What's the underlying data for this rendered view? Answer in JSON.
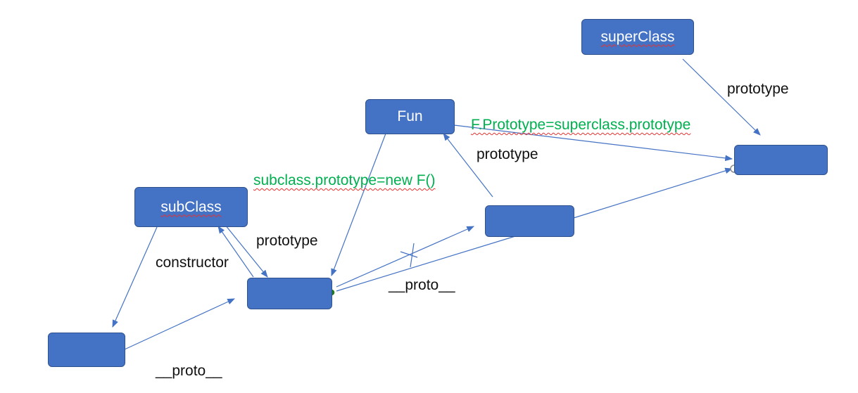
{
  "colors": {
    "box_fill": "#4472c4",
    "box_border": "#2f528f",
    "arrow": "#4472c4",
    "code_text": "#00b050",
    "spell_underline": "#e8312f"
  },
  "nodes": {
    "superclass": "superClass",
    "fun": "Fun",
    "subclass": "subClass",
    "superclass_prototype_obj": "",
    "fun_prototype_obj": "",
    "subclass_prototype_obj": "",
    "subclass_instance_obj": ""
  },
  "labels": {
    "superclass_prototype": "prototype",
    "fun_prototype": "prototype",
    "subclass_prototype": "prototype",
    "constructor": "constructor",
    "proto_instance": "__proto__",
    "proto_subproto": "__proto__"
  },
  "code": {
    "f_prototype": "F.Prototype=superclass.prototype",
    "subclass_prototype": "subclass.prototype=new F()"
  }
}
